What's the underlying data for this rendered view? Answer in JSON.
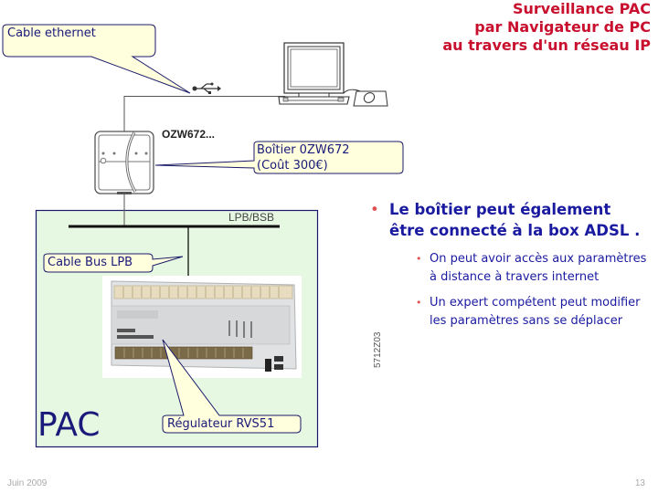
{
  "title": {
    "line1": "Surveillance PAC",
    "line2": "par Navigateur de PC",
    "line3": "au travers d'un réseau IP"
  },
  "diagram": {
    "callouts": {
      "ethernet": "Cable ethernet",
      "boitier_line1": "Boîtier 0ZW672",
      "boitier_line2": "(Coût 300€)",
      "bus": "Cable Bus LPB",
      "regulateur": "Régulateur RVS51"
    },
    "device_label": "OZW672...",
    "bus_label": "LPB/BSB",
    "zone_label": "PAC",
    "figure_code": "5712Z03",
    "icons": [
      "usb-icon",
      "computer-icon",
      "mouse-icon",
      "ozw672-box-icon",
      "rvs51-controller-image"
    ],
    "colors": {
      "title": "#c8102e",
      "text_blue": "#1a1aa0",
      "callout_fill": "#ffffdd",
      "pac_zone_fill": "#e6f7e2",
      "pac_zone_border": "#1a1a6a",
      "bullet_dot": "#e05050"
    }
  },
  "bullets": {
    "main": "Le boîtier peut également être connecté  à la box ADSL .",
    "sub": [
      "On peut avoir accès aux paramètres à distance à travers internet",
      "Un expert compétent peut modifier les paramètres sans se déplacer"
    ]
  },
  "footer": {
    "date": "Juin 2009",
    "page": "13"
  }
}
